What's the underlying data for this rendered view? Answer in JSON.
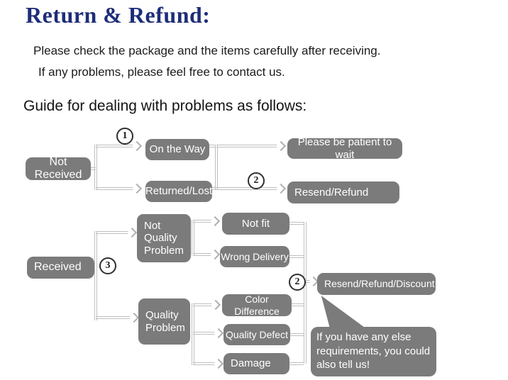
{
  "header": {
    "title": "Return & Refund:",
    "intro_line1": "Please check the package and the items carefully after receiving.",
    "intro_line2": "If any problems, please feel free to contact us.",
    "guide_heading": "Guide for dealing with problems as follows:"
  },
  "colors": {
    "title_navy": "#1e2d78",
    "node_gray": "#7b7b7b",
    "node_text": "#ffffff",
    "connector_gray": "#bfbfbf",
    "background": "#ffffff"
  },
  "flow": {
    "badges": {
      "one": "1",
      "two": "2",
      "three": "3"
    },
    "nodes": {
      "not_received": "Not Received",
      "on_the_way": "On the Way",
      "returned_lost": "Returned/Lost",
      "be_patient": "Please be patient to wait",
      "resend_refund": "Resend/Refund",
      "received": "Received",
      "not_quality_problem": "Not Quality Problem",
      "not_fit": "Not fit",
      "wrong_delivery": "Wrong Delivery",
      "quality_problem": "Quality Problem",
      "color_difference": "Color Difference",
      "quality_defect": "Quality Defect",
      "damage": "Damage",
      "resend_refund_discount": "Resend/Refund/Discount",
      "note_bubble": "If you have any else requirements, you could also tell us!"
    }
  }
}
